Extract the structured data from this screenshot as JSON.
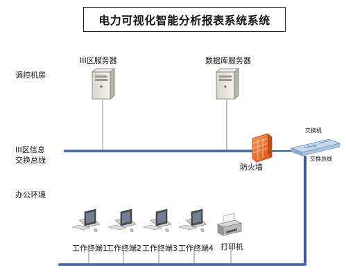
{
  "title": "电力可视化智能分析报表系统系统",
  "zones": {
    "control_room": "调控机房",
    "bus": [
      "III区信息",
      "交换总线"
    ],
    "office": "办公环境"
  },
  "servers": {
    "zone3": "III区服务器",
    "database": "数据库服务器"
  },
  "network": {
    "firewall": "防火墙",
    "switch": "交换机",
    "switch_caption": "交换总线"
  },
  "terminals": [
    "工作终端1",
    "工作终端2",
    "工作终端3",
    "工作终端4"
  ],
  "printer": "打印机",
  "colors": {
    "bus_line": "#4a6aa6",
    "firewall": "#e8661f",
    "switch": "#a9c3df"
  }
}
